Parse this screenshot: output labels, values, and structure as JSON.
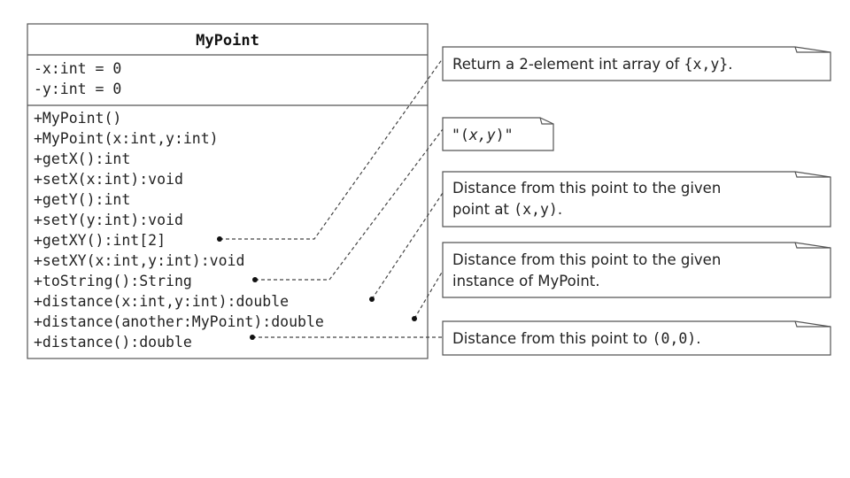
{
  "class": {
    "name": "MyPoint",
    "attributes": [
      "-x:int = 0",
      "-y:int = 0"
    ],
    "methods": [
      "+MyPoint()",
      "+MyPoint(x:int,y:int)",
      "+getX():int",
      "+setX(x:int):void",
      "+getY():int",
      "+setY(y:int):void",
      "+getXY():int[2]",
      "+setXY(x:int,y:int):void",
      "+toString():String",
      "+distance(x:int,y:int):double",
      "+distance(another:MyPoint):double",
      "+distance():double"
    ]
  },
  "notes": {
    "getxy": {
      "prefix": "Return a 2-element int array of ",
      "code": "{x,y}",
      "suffix": "."
    },
    "tostring": {
      "code_open": "\"(",
      "italic": "x,y",
      "code_close": ")\""
    },
    "distance_xy": {
      "line1": "Distance from this point to the given",
      "line2_prefix": "point at ",
      "line2_code": "(x,y)",
      "line2_suffix": "."
    },
    "distance_another": {
      "line1": "Distance from this point to the given",
      "line2": "instance of MyPoint."
    },
    "distance_origin": {
      "prefix": "Distance from this point to ",
      "code": "(0,0)",
      "suffix": "."
    }
  }
}
